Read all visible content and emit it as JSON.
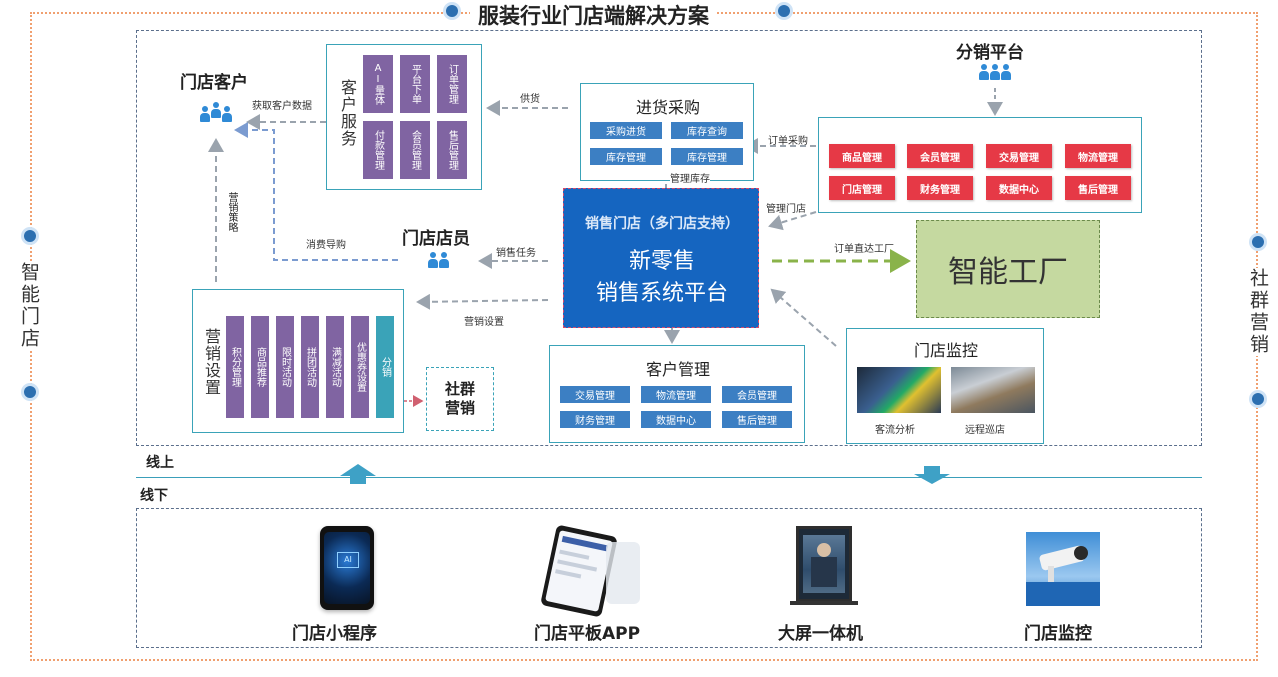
{
  "title": "服装行业门店端解决方案",
  "side_left": "智能门店",
  "side_right": "社群营销",
  "store_customer": {
    "title": "门店客户",
    "edge_label": "获取客户数据"
  },
  "customer_service": {
    "title": "客户服务",
    "cells": [
      "AI量体",
      "平台下单",
      "订单管理",
      "付款管理",
      "会员管理",
      "售后管理"
    ]
  },
  "purchase": {
    "title": "进货采购",
    "cells": [
      "采购进货",
      "库存查询",
      "库存管理",
      "库存管理"
    ],
    "edge_supply": "供货",
    "edge_manage_stock": "管理库存"
  },
  "distribution": {
    "title": "分销平台",
    "edge_order": "订单采购",
    "edge_manage_store": "管理门店",
    "cells": [
      "商品管理",
      "会员管理",
      "交易管理",
      "物流管理",
      "门店管理",
      "财务管理",
      "数据中心",
      "售后管理"
    ]
  },
  "staff": {
    "title": "门店店员",
    "edge_task": "销售任务",
    "edge_consume": "消费导购"
  },
  "center": {
    "header": "销售门店（多门店支持）",
    "line1": "新零售",
    "line2": "销售系统平台"
  },
  "factory": {
    "title": "智能工厂",
    "edge_label": "订单直达工厂"
  },
  "marketing_strategy": "营销策略",
  "marketing": {
    "title": "营销设置",
    "edge_label": "营销设置",
    "cells": [
      "积分管理",
      "商品推荐",
      "限时活动",
      "拼团活动",
      "满减活动",
      "优惠券设置"
    ],
    "last_cell": "分销"
  },
  "community": "社群营销",
  "crm": {
    "title": "客户管理",
    "cells": [
      "交易管理",
      "物流管理",
      "会员管理",
      "财务管理",
      "数据中心",
      "售后管理"
    ]
  },
  "monitor": {
    "title": "门店监控",
    "cap1": "客流分析",
    "cap2": "远程巡店"
  },
  "online": "线上",
  "offline": "线下",
  "devices": [
    "门店小程序",
    "门店平板APP",
    "大屏一体机",
    "门店监控"
  ],
  "colors": {
    "center_blue": "#1565c0",
    "factory_green": "#c5d9a0",
    "purple": "#8064a2",
    "red": "#e63946",
    "cell_blue": "#3c7fc3",
    "teal": "#3aa3b8"
  }
}
